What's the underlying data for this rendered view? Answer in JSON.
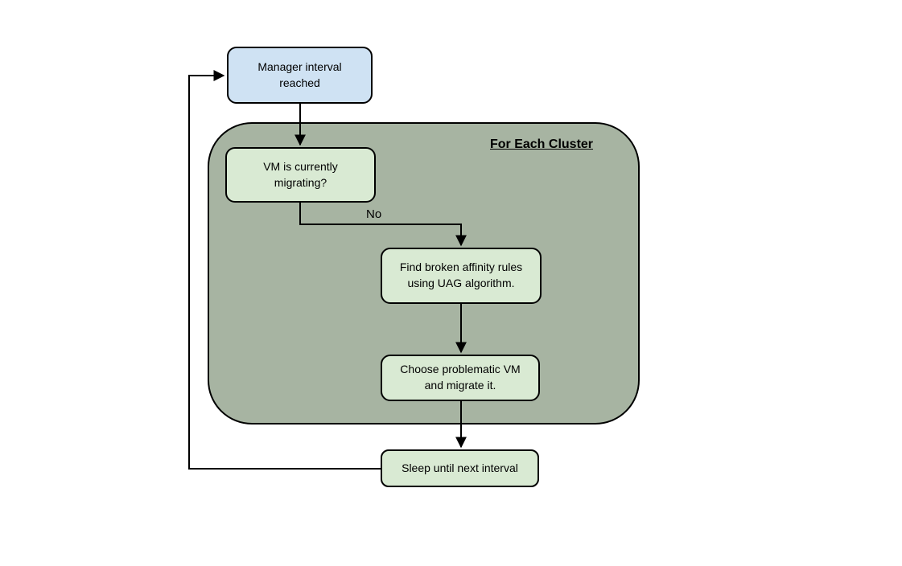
{
  "diagram": {
    "container": {
      "label": "For Each Cluster",
      "fill": "#a7b4a2"
    },
    "nodes": {
      "manager": {
        "label": "Manager interval\nreached",
        "fill": "#cfe2f3"
      },
      "vm_check": {
        "label": "VM is currently\nmigrating?",
        "fill": "#d9ead3"
      },
      "find_rules": {
        "label": "Find broken affinity rules\nusing UAG algorithm.",
        "fill": "#d9ead3"
      },
      "choose_vm": {
        "label": "Choose problematic VM\nand migrate it.",
        "fill": "#d9ead3"
      },
      "sleep": {
        "label": "Sleep until next interval",
        "fill": "#d9ead3"
      }
    },
    "edges": {
      "no_label": "No"
    },
    "colors": {
      "border": "#000000",
      "line": "#000000",
      "background": "#ffffff"
    }
  }
}
